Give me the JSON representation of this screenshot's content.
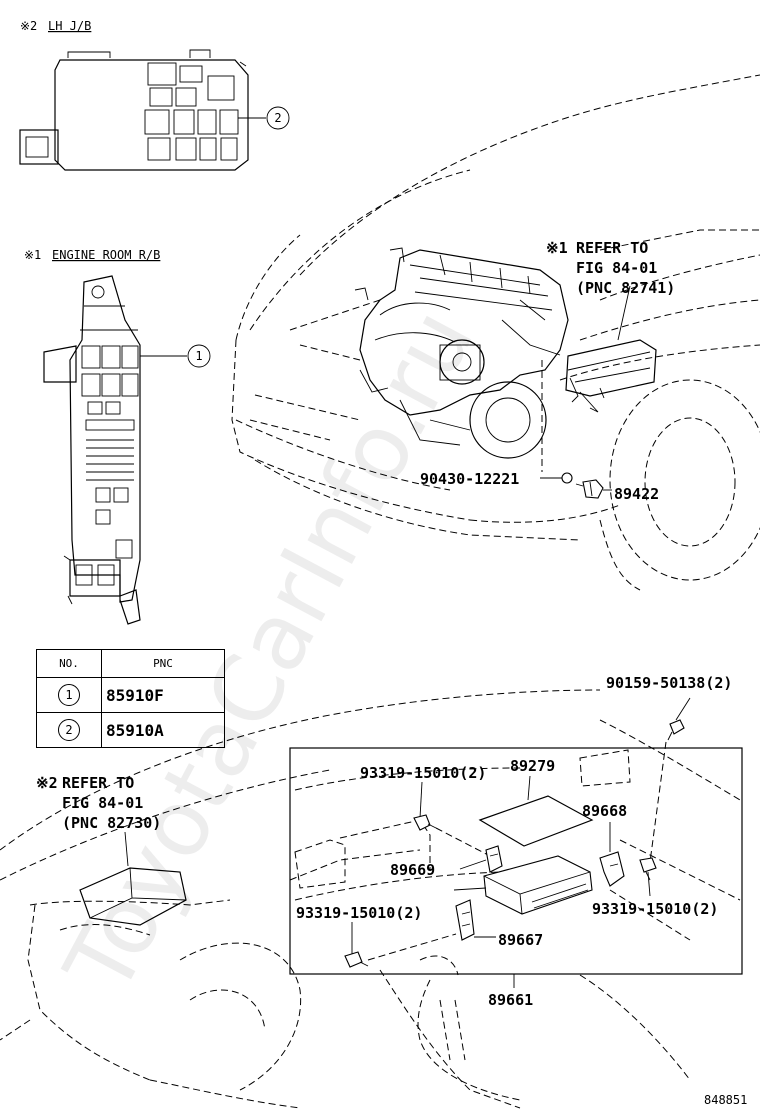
{
  "watermark": "ToyotaCarInfo.ru",
  "diagram_id": "848851",
  "lh_jb": {
    "mark": "※2",
    "label": "LH J/B",
    "callout": "2"
  },
  "engine_rb": {
    "mark": "※1",
    "label": "ENGINE ROOM R/B",
    "callout": "1"
  },
  "refer_engine": {
    "mark": "※1",
    "line1": "REFER TO",
    "line2": "FIG 84-01",
    "line3": "(PNC 82741)"
  },
  "refer_dash": {
    "mark": "※2",
    "line1": "REFER TO",
    "line2": "FIG 84-01",
    "line3": "(PNC 82730)"
  },
  "parts": {
    "p90430": "90430-12221",
    "p89422": "89422",
    "p90159": "90159-50138(2)",
    "p93319_top": "93319-15010(2)",
    "p89279": "89279",
    "p89668": "89668",
    "p89669": "89669",
    "p93319_left": "93319-15010(2)",
    "p93319_right": "93319-15010(2)",
    "p89667": "89667",
    "p89661": "89661"
  },
  "pnc_table": {
    "headers": [
      "NO.",
      "PNC"
    ],
    "rows": [
      {
        "no": "1",
        "pnc": "85910F"
      },
      {
        "no": "2",
        "pnc": "85910A"
      }
    ]
  }
}
